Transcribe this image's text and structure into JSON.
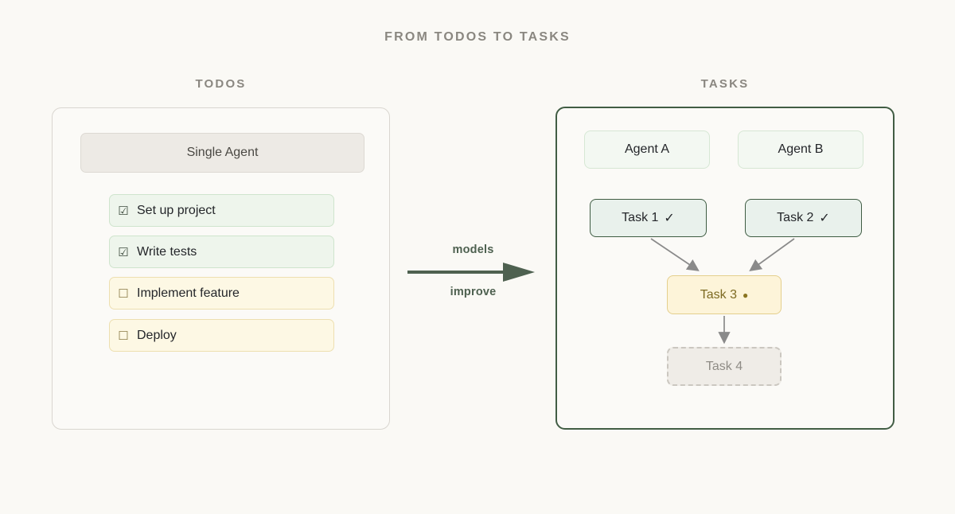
{
  "title": "FROM TODOS TO TASKS",
  "todos_panel": {
    "heading": "TODOS",
    "agent_chip": "Single Agent",
    "items": [
      {
        "checkbox": "☑",
        "label": "Set up project",
        "state": "done",
        "checkbox_name": "checkbox-checked-icon"
      },
      {
        "checkbox": "☑",
        "label": "Write tests",
        "state": "done",
        "checkbox_name": "checkbox-checked-icon"
      },
      {
        "checkbox": "☐",
        "label": "Implement feature",
        "state": "pending",
        "checkbox_name": "checkbox-empty-icon"
      },
      {
        "checkbox": "☐",
        "label": "Deploy",
        "state": "pending",
        "checkbox_name": "checkbox-empty-icon"
      }
    ]
  },
  "transition": {
    "label_top": "models",
    "label_bottom": "improve",
    "arrow_icon": "arrow-right-icon"
  },
  "tasks_panel": {
    "heading": "TASKS",
    "agents": [
      {
        "label": "Agent A"
      },
      {
        "label": "Agent B"
      }
    ],
    "nodes": [
      {
        "label": "Task 1",
        "mark": "✓",
        "state": "done"
      },
      {
        "label": "Task 2",
        "mark": "✓",
        "state": "done"
      },
      {
        "label": "Task 3",
        "mark": "●",
        "state": "active"
      },
      {
        "label": "Task 4",
        "mark": "",
        "state": "blocked"
      }
    ],
    "edges": [
      {
        "from": "Task 1",
        "to": "Task 3"
      },
      {
        "from": "Task 2",
        "to": "Task 3"
      },
      {
        "from": "Task 3",
        "to": "Task 4"
      }
    ]
  },
  "colors": {
    "background": "#faf9f5",
    "heading": "#8a8780",
    "panel_border_todos": "#d9d6d0",
    "panel_border_tasks": "#415d44",
    "done_fill": "#eef5ec",
    "done_border": "#cfe4cd",
    "pending_fill": "#fdf8e4",
    "pending_border": "#eddfb0",
    "agent_chip_fill": "#edeae5",
    "task_active_fill": "#fdf4d9",
    "task_active_text": "#7d6a22",
    "task_blocked_text": "#8f8c86",
    "arrow": "#4e6150",
    "edge": "#8a8a8a"
  }
}
